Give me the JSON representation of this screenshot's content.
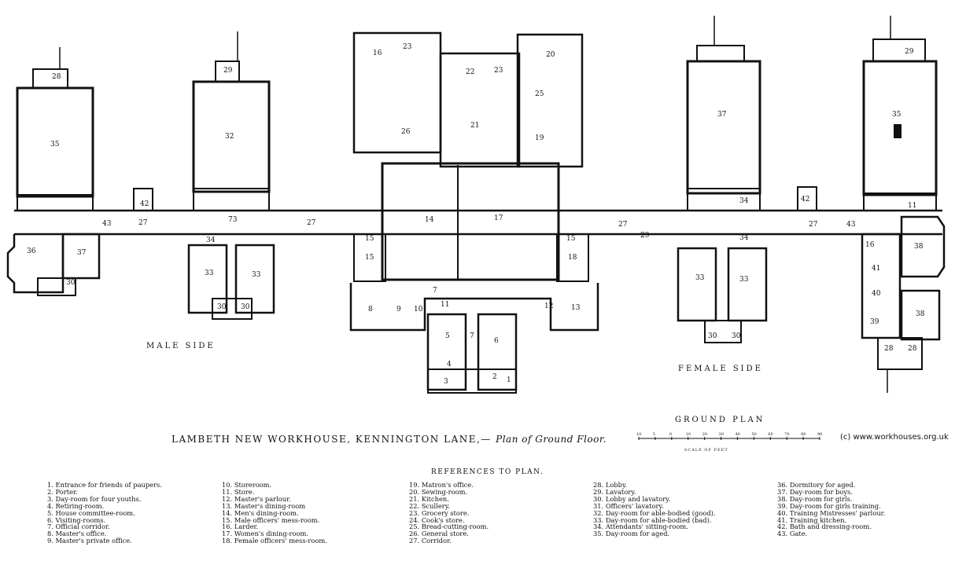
{
  "caption": {
    "title": "LAMBETH NEW WORKHOUSE, KENNINGTON LANE,—",
    "subtitle": "Plan of Ground Floor."
  },
  "copyright": "(c) www.workhouses.org.uk",
  "ground_plan_label": "GROUND   PLAN",
  "scale_caption": "SCALE OF FEET",
  "scale_ticks": [
    "10",
    "5",
    "0",
    "10",
    "20",
    "30",
    "40",
    "50",
    "60",
    "70",
    "80",
    "90"
  ],
  "male_side": "MALE  SIDE",
  "female_side": "FEMALE  SIDE",
  "refs_title": "REFERENCES TO PLAN.",
  "references": [
    [
      "1. Entrance for friends of paupers.",
      "2. Porter.",
      "3. Day-room for four youths.",
      "4. Retiring-room.",
      "5. House committee-room.",
      "6. Visiting-rooms.",
      "7. Official corridor.",
      "8. Master's office.",
      "9. Master's private office."
    ],
    [
      "10. Storeroom.",
      "11. Store.",
      "12. Master's parlour.",
      "13. Master's dining-room",
      "14. Men's dining-room.",
      "15. Male officers' mess-room.",
      "16. Larder.",
      "17. Women's dining-room.",
      "18. Female officers' mess-room."
    ],
    [
      "19. Matron's office.",
      "20. Sewing-room.",
      "21. Kitchen.",
      "22. Scullery.",
      "23. Grocery store.",
      "24. Cook's store.",
      "25. Bread-cutting-room.",
      "26. General store.",
      "27. Corridor."
    ],
    [
      "28. Lobby.",
      "29. Lavatory.",
      "30. Lobby and lavatory.",
      "31. Officers' lavatory.",
      "32. Day-room for able-bodied (good).",
      "33. Day-room for able-bodied (bad).",
      "34. Attendants' sitting-room.",
      "35. Day-room for aged."
    ],
    [
      "36. Dormitory for aged.",
      "37. Day-room for boys.",
      "38. Day-room for girls.",
      "39. Day-room for girls training.",
      "40. Training Mistresses' parlour.",
      "41. Training kitchen.",
      "42. Bath and dressing-room.",
      "43. Gate."
    ]
  ],
  "room_labels": {
    "r35a": "35",
    "r28a": "28",
    "r36a": "36",
    "r37a": "37",
    "r30a": "30",
    "r43a": "43",
    "r27a": "27",
    "r42a": "42",
    "r32": "32",
    "r29a": "29",
    "r34a": "34",
    "r33a": "33",
    "r33b": "33",
    "r30b": "30",
    "r30c": "30",
    "r73": "73",
    "r27b": "27",
    "r16": "16",
    "r23a": "23",
    "r22": "22",
    "r23b": "23",
    "r20": "20",
    "r25": "25",
    "r21": "21",
    "r26": "26",
    "r19": "19",
    "r14": "14",
    "r17": "17",
    "r15a": "15",
    "r15b": "15",
    "r15c": "15",
    "r18": "18",
    "r8": "8",
    "r9": "9",
    "r10": "10",
    "r11": "11",
    "r12": "12",
    "r13": "13",
    "r7a": "7",
    "r7b": "7",
    "r5": "5",
    "r6": "6",
    "r4": "4",
    "r3": "3",
    "r2": "2",
    "r1": "1",
    "r27c": "27",
    "r29b": "29",
    "r37b": "37",
    "r34b": "34",
    "r34c": "34",
    "r33c": "33",
    "r33d": "33",
    "r30d": "30",
    "r30e": "30",
    "r42b": "42",
    "r27d": "27",
    "r43b": "43",
    "r35b": "35",
    "r29c": "29",
    "r11b": "11",
    "r16b": "16",
    "r38": "38",
    "r41": "41",
    "r40": "40",
    "r39": "39",
    "r38b": "38",
    "r28b": "28",
    "r28c": "28"
  }
}
